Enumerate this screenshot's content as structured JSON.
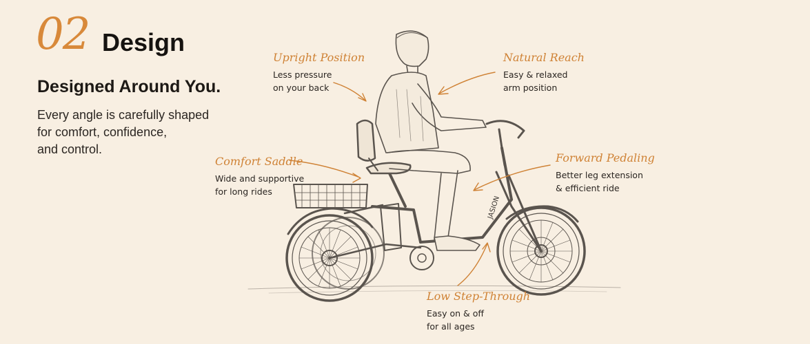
{
  "section": {
    "number": "02",
    "title": "Design"
  },
  "headline": "Designed Around You.",
  "body_lines": [
    "Every angle is carefully shaped",
    "for comfort, confidence,",
    "and control."
  ],
  "brand_on_frame": "JASION",
  "callouts": {
    "upright": {
      "title": "Upright Position",
      "lines": [
        "Less pressure",
        "on your back"
      ]
    },
    "reach": {
      "title": "Natural Reach",
      "lines": [
        "Easy & relaxed",
        "arm position"
      ]
    },
    "saddle": {
      "title": "Comfort Saddle",
      "lines": [
        "Wide and supportive",
        "for long rides"
      ]
    },
    "pedaling": {
      "title": "Forward Pedaling",
      "lines": [
        "Better leg extension",
        "& efficient ride"
      ]
    },
    "step": {
      "title": "Low Step-Through",
      "lines": [
        "Easy on & off",
        "for all ages"
      ]
    }
  },
  "colors": {
    "background": "#f8efe2",
    "accent": "#d8893a",
    "sketch": "#5a544e"
  },
  "illustration": "rider-on-electric-tricycle-sketch"
}
